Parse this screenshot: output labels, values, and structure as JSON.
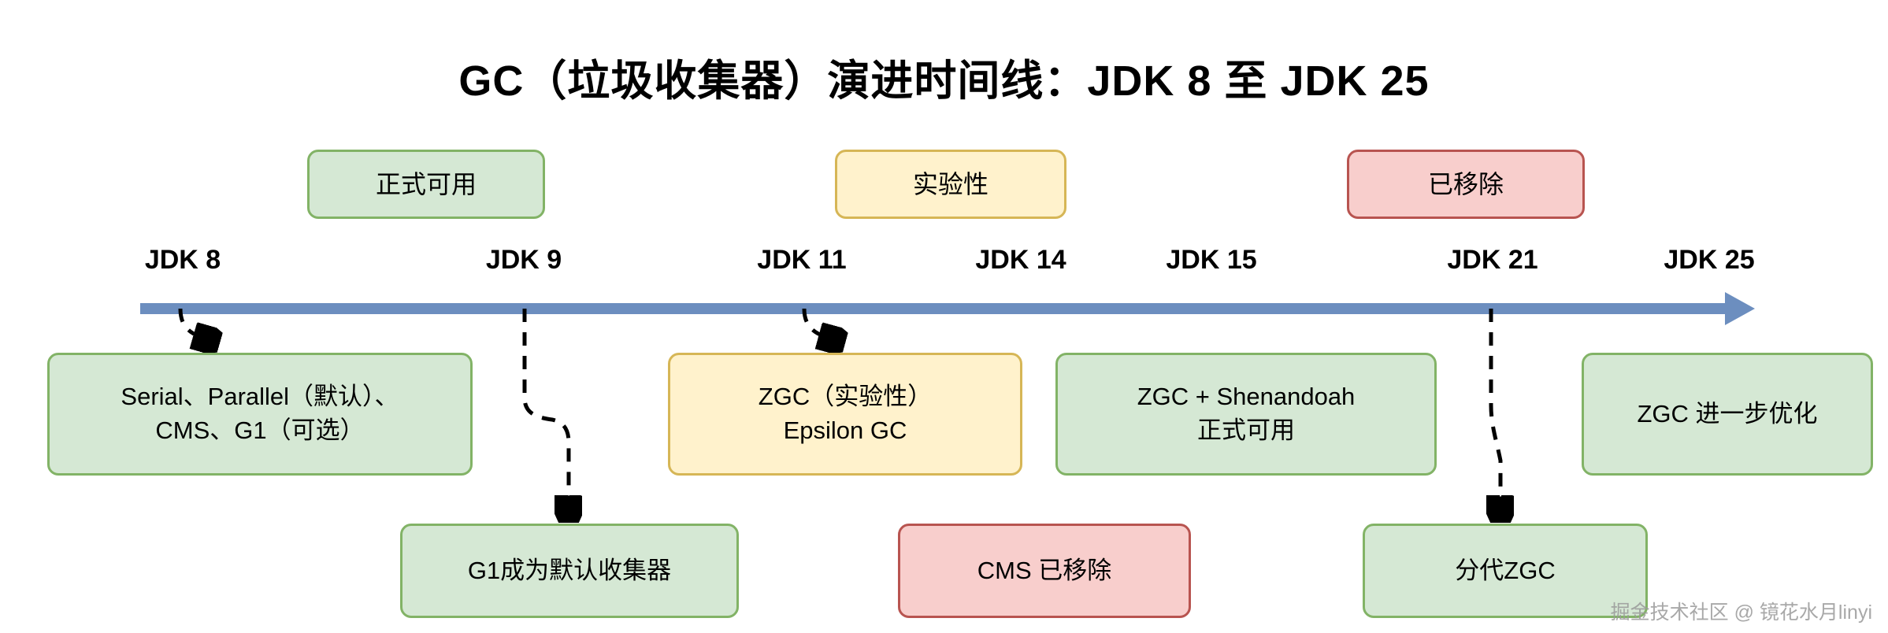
{
  "title": "GC（垃圾收集器）演进时间线：JDK 8 至 JDK 25",
  "colors": {
    "available_fill": "#d5e8d4",
    "available_border": "#82b366",
    "experimental_fill": "#fff2cc",
    "experimental_border": "#d6b656",
    "removed_fill": "#f8cecc",
    "removed_border": "#b85450",
    "timeline": "#6c8ebf",
    "connector": "#000000"
  },
  "legend": [
    {
      "label": "正式可用",
      "status": "available"
    },
    {
      "label": "实验性",
      "status": "experimental"
    },
    {
      "label": "已移除",
      "status": "removed"
    }
  ],
  "timeline": {
    "ticks": [
      {
        "label": "JDK 8"
      },
      {
        "label": "JDK 9"
      },
      {
        "label": "JDK 11"
      },
      {
        "label": "JDK 14"
      },
      {
        "label": "JDK 15"
      },
      {
        "label": "JDK 21"
      },
      {
        "label": "JDK 25"
      }
    ]
  },
  "events_above": [
    {
      "label": "Serial、Parallel（默认）、\nCMS、G1（可选）",
      "status": "available",
      "jdk": "JDK 8"
    },
    {
      "label": "ZGC（实验性）\nEpsilon GC",
      "status": "experimental",
      "jdk": "JDK 11"
    },
    {
      "label": "ZGC + Shenandoah\n正式可用",
      "status": "available",
      "jdk": "JDK 15"
    },
    {
      "label": "ZGC 进一步优化",
      "status": "available",
      "jdk": "JDK 25"
    }
  ],
  "events_below": [
    {
      "label": "G1成为默认收集器",
      "status": "available",
      "jdk": "JDK 9"
    },
    {
      "label": "CMS 已移除",
      "status": "removed",
      "jdk": "JDK 14"
    },
    {
      "label": "分代ZGC",
      "status": "available",
      "jdk": "JDK 21"
    }
  ],
  "watermark": "掘金技术社区 @ 镜花水月linyi"
}
